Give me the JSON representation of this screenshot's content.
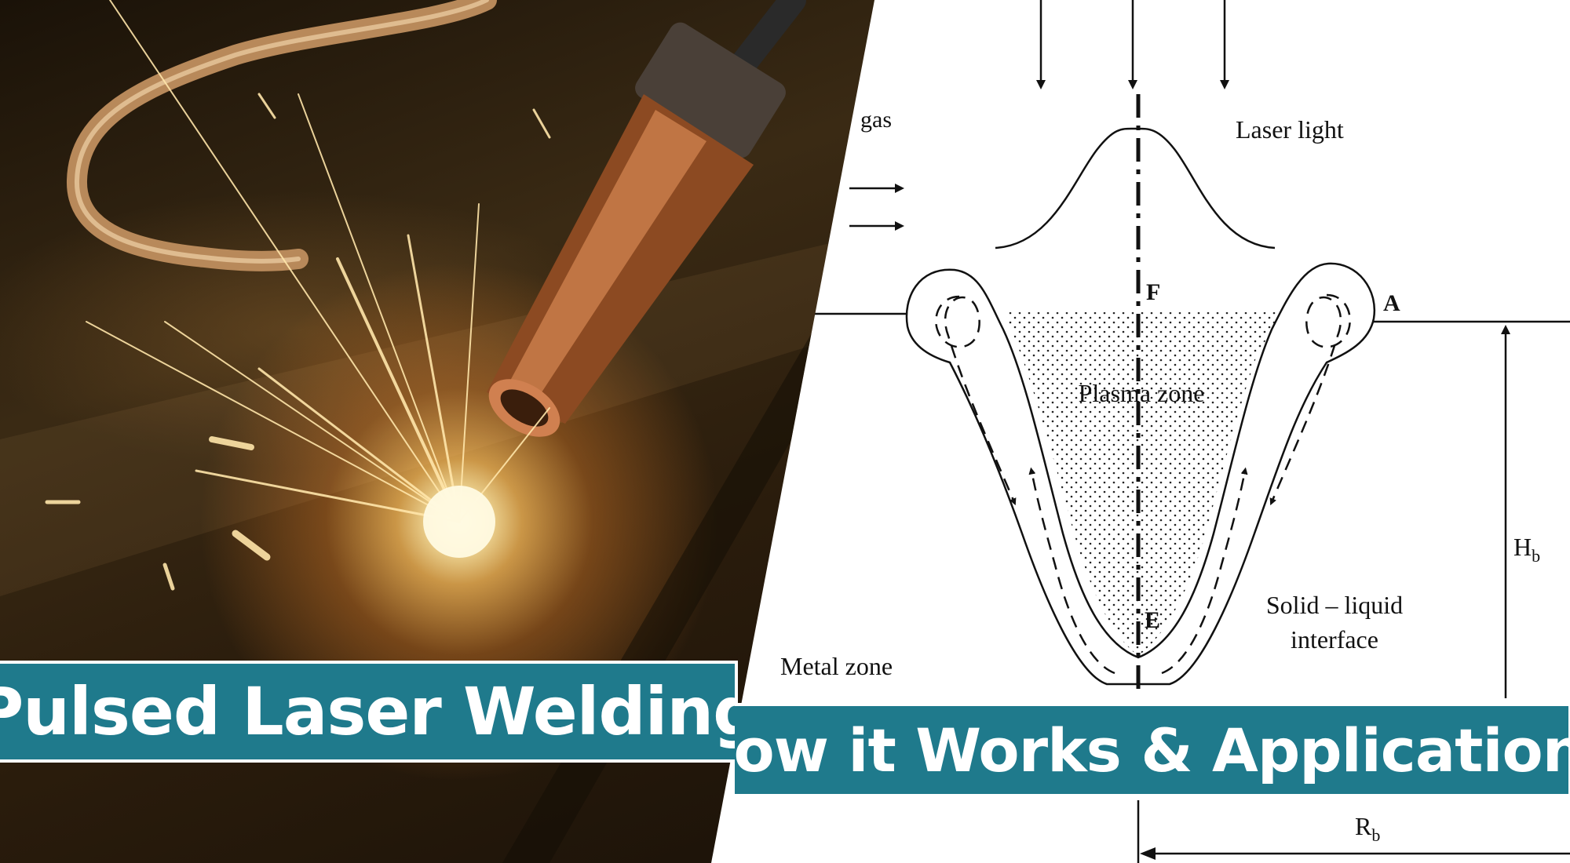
{
  "banners": {
    "left_title": "Pulsed Laser Welding",
    "right_title": "How it Works & Applications"
  },
  "diagram": {
    "labels": {
      "gas": "gas",
      "laser_light": "Laser light",
      "point_f": "F",
      "point_a": "A",
      "point_e": "E",
      "plasma_zone": "Plasma zone",
      "metal_zone": "Metal zone",
      "solid_liquid_line1": "Solid – liquid",
      "solid_liquid_line2": "interface",
      "height_symbol": "H",
      "height_subscript": "b",
      "radius_symbol": "R",
      "radius_subscript": "b"
    }
  },
  "colors": {
    "banner_teal": "#1f7a8c",
    "banner_text": "#ffffff",
    "diagram_ink": "#111111",
    "photo_glow": "#fff2c4"
  }
}
